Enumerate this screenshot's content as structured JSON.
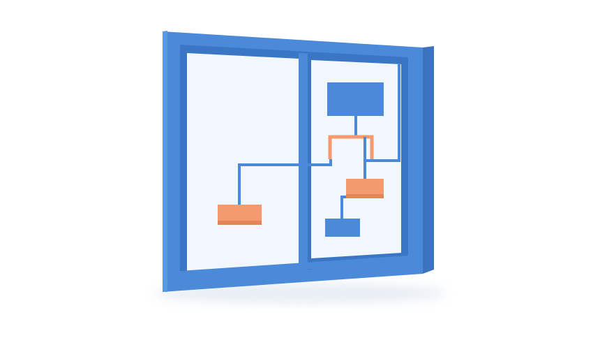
{
  "illustration": {
    "subject": "window-frame-with-flowchart-icon",
    "colors": {
      "background": "#ffffff",
      "frame": "#4a8ad8",
      "frame_dark": "#3a76c4",
      "frame_side": "#3b73bf",
      "glass": "#f2f7fd",
      "connector_blue": "#4a8ad8",
      "node_blue": "#4a8ad8",
      "node_orange": "#f39a6e",
      "connector_orange": "#f39a6e"
    },
    "panes": [
      {
        "name": "left-pane"
      },
      {
        "name": "right-pane"
      }
    ],
    "flowchart_nodes": [
      {
        "name": "top-blue-node",
        "color": "blue"
      },
      {
        "name": "middle-orange-node",
        "color": "orange"
      },
      {
        "name": "bottom-blue-node",
        "color": "blue"
      },
      {
        "name": "left-orange-node",
        "color": "orange"
      }
    ]
  }
}
